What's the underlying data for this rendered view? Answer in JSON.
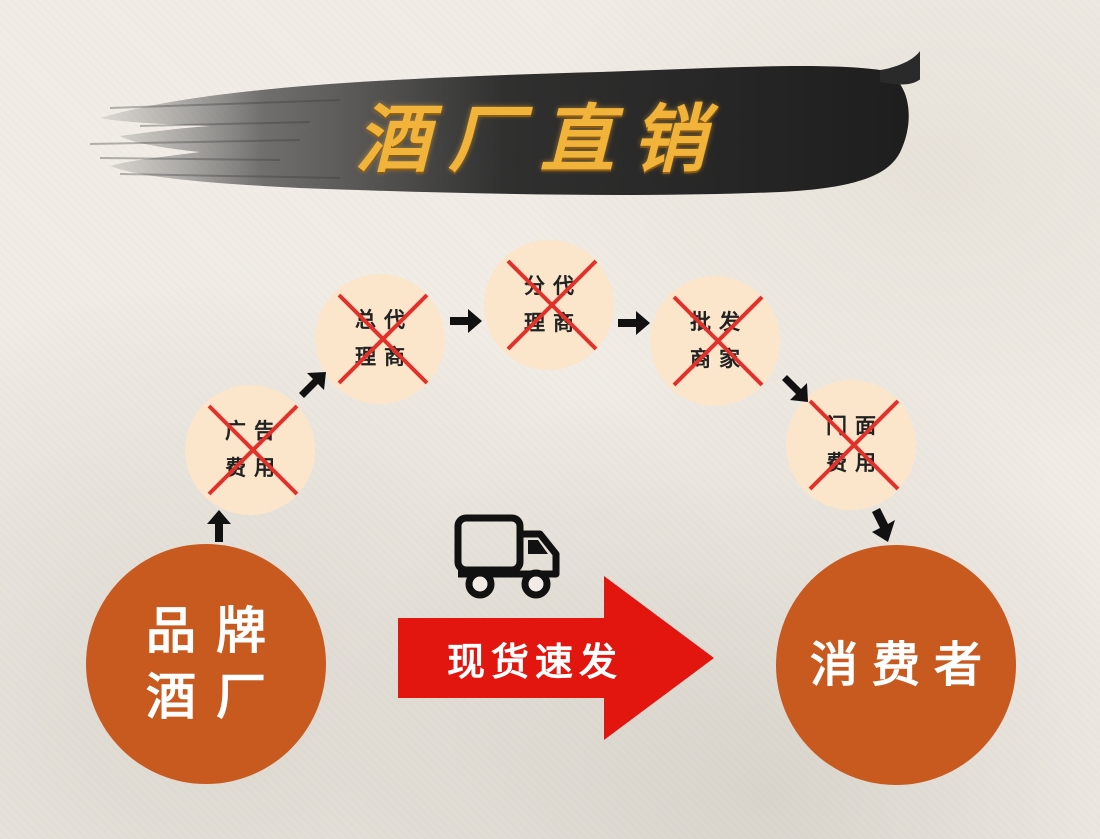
{
  "title": "酒厂直销",
  "nodes": [
    {
      "line1": "广告",
      "line2": "费用"
    },
    {
      "line1": "总代",
      "line2": "理商"
    },
    {
      "line1": "分代",
      "line2": "理商"
    },
    {
      "line1": "批发",
      "line2": "商家"
    },
    {
      "line1": "门面",
      "line2": "费用"
    }
  ],
  "source": {
    "line1": "品牌",
    "line2": "酒厂"
  },
  "target": {
    "line1": "消费者"
  },
  "shipping_label": "现货速发",
  "icons": [
    "truck-icon",
    "arrow-icon",
    "cross-icon"
  ],
  "colors": {
    "background": "#f1ede6",
    "brush": "#2a2a2a",
    "title": "#f2b33a",
    "node_fill": "#fbe6cb",
    "cross": "#e2312a",
    "big_circle": "#c85a1f",
    "red_arrow": "#e3150f"
  }
}
